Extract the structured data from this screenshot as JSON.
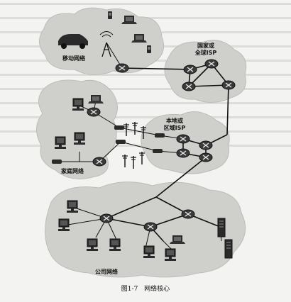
{
  "labels": {
    "mobile_network": "移动网络",
    "national_isp_line1": "国家或",
    "national_isp_line2": "全球ISP",
    "local_isp_line1": "本地或",
    "local_isp_line2": "区域ISP",
    "home_network": "家庭网络",
    "enterprise_network": "公司网络"
  },
  "caption": {
    "figure_number": "图1-7",
    "title": "网络核心"
  },
  "colors": {
    "cloud": "#cfcfcc",
    "cloud_edge": "#bdbdb8",
    "link": "#111111",
    "router_fill": "#3a3a3a",
    "router_x": "#e8e8e8",
    "device": "#2a2a2a",
    "text_bg": "#d9d9d6"
  }
}
